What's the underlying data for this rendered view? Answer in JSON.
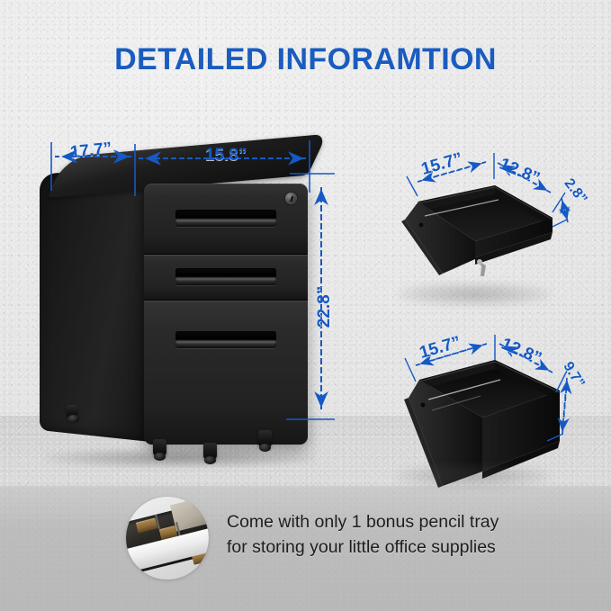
{
  "header": {
    "title": "DETAILED INFORAMTION",
    "title_color": "#1a5cbf"
  },
  "theme": {
    "dimension_line_color": "#1559c4",
    "background_color": "#e6e6e6",
    "product_color": "#1a1a1a",
    "caption_text_color": "#1d1d1d"
  },
  "cabinet": {
    "name": "3-drawer mobile file cabinet",
    "dimensions": {
      "depth": "17.7”",
      "width": "15.8”",
      "height": "22.8”"
    },
    "features": {
      "lock": "lock-cylinder",
      "drawer_count": 3,
      "caster_count": 4
    }
  },
  "drawers": [
    {
      "id": "shallow-drawer",
      "dimensions": {
        "length": "15.7”",
        "width": "12.8”",
        "height": "2.8”"
      }
    },
    {
      "id": "deep-file-drawer",
      "dimensions": {
        "length": "15.7”",
        "width": "12.8”",
        "height": "9.7”"
      }
    }
  ],
  "callout": {
    "image_name": "pencil-tray-photo",
    "line1": "Come with only 1 bonus pencil tray",
    "line2": "for storing your little office supplies"
  }
}
